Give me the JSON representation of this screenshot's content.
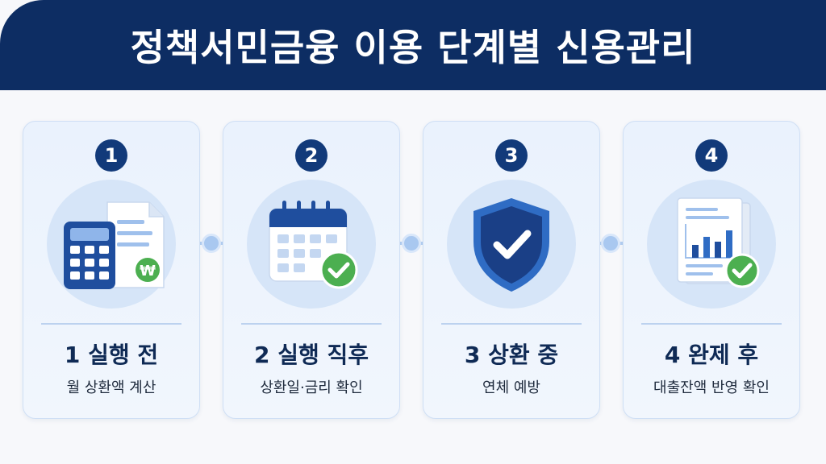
{
  "header": {
    "title": "정책서민금융 이용 단계별 신용관리"
  },
  "steps": [
    {
      "number": "1",
      "title": "1 실행 전",
      "desc": "월 상환액 계산",
      "icon": "calculator-document-icon",
      "currency": "₩"
    },
    {
      "number": "2",
      "title": "2 실행 직후",
      "desc": "상환일·금리 확인",
      "icon": "calendar-check-icon"
    },
    {
      "number": "3",
      "title": "3 상환 중",
      "desc": "연체 예방",
      "icon": "shield-check-icon"
    },
    {
      "number": "4",
      "title": "4 완제 후",
      "desc": "대출잔액 반영 확인",
      "icon": "report-chart-check-icon"
    }
  ],
  "colors": {
    "header_bg": "#0d2d63",
    "badge_bg": "#123a7a",
    "icon_blue": "#1f4e9e",
    "check_green": "#4caf50",
    "connector": "#b5cff2"
  }
}
